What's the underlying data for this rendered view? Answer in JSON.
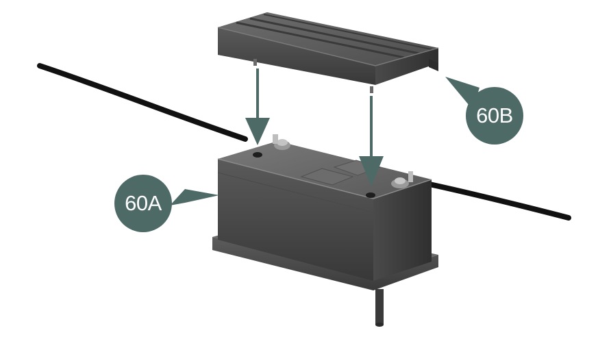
{
  "callouts": {
    "a": {
      "label": "60A",
      "target": "battery"
    },
    "b": {
      "label": "60B",
      "target": "battery-cover"
    }
  },
  "colors": {
    "callout_fill": "#4e6a67",
    "arrow": "#4e6a67",
    "part_dark": "#3c3c3c",
    "part_mid": "#4a4a4a",
    "part_light": "#6a6a6a",
    "cable": "#111111",
    "background": "#ffffff"
  }
}
